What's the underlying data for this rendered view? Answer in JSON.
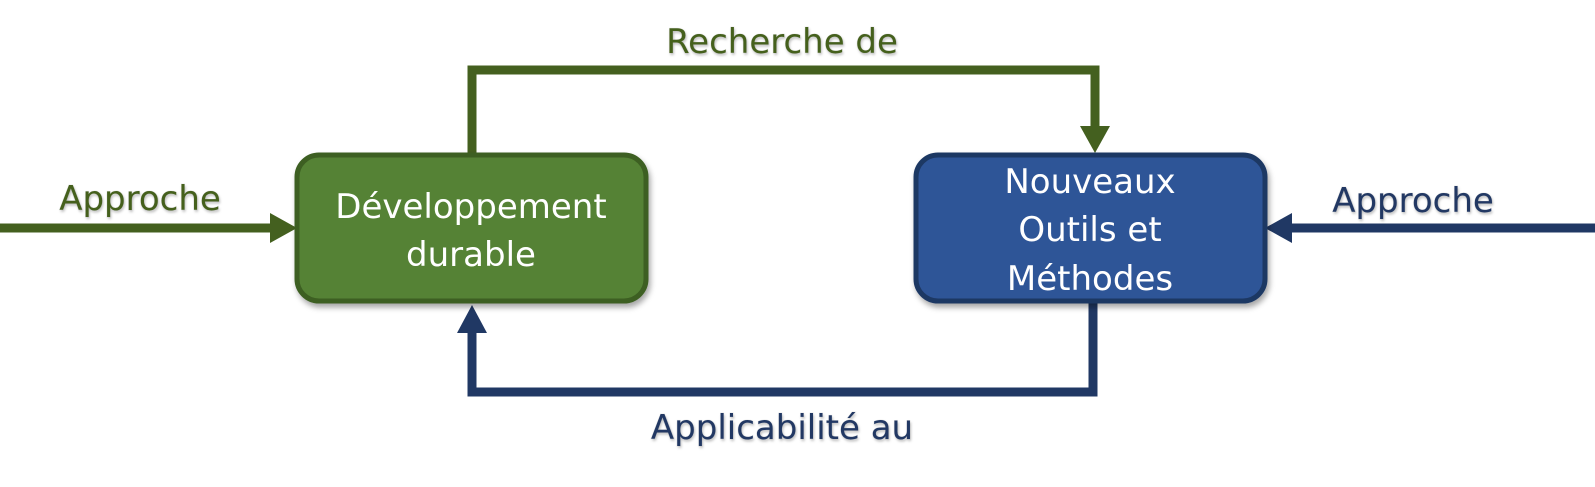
{
  "colors": {
    "green_fill": "#548235",
    "green_border": "#3c5e21",
    "green_line": "#44601f",
    "green_text": "#44601f",
    "blue_fill": "#2f5597",
    "blue_border": "#1f3864",
    "blue_line": "#203864",
    "blue_text": "#203864"
  },
  "nodes": {
    "sustainable": {
      "line1": "Développement",
      "line2": "durable"
    },
    "tools": {
      "line1": "Nouveaux",
      "line2": "Outils et",
      "line3": "Méthodes"
    }
  },
  "edges": {
    "top": {
      "label": "Recherche de"
    },
    "bottom": {
      "label": "Applicabilité au"
    },
    "left_input": {
      "label": "Approche"
    },
    "right_input": {
      "label": "Approche"
    }
  }
}
